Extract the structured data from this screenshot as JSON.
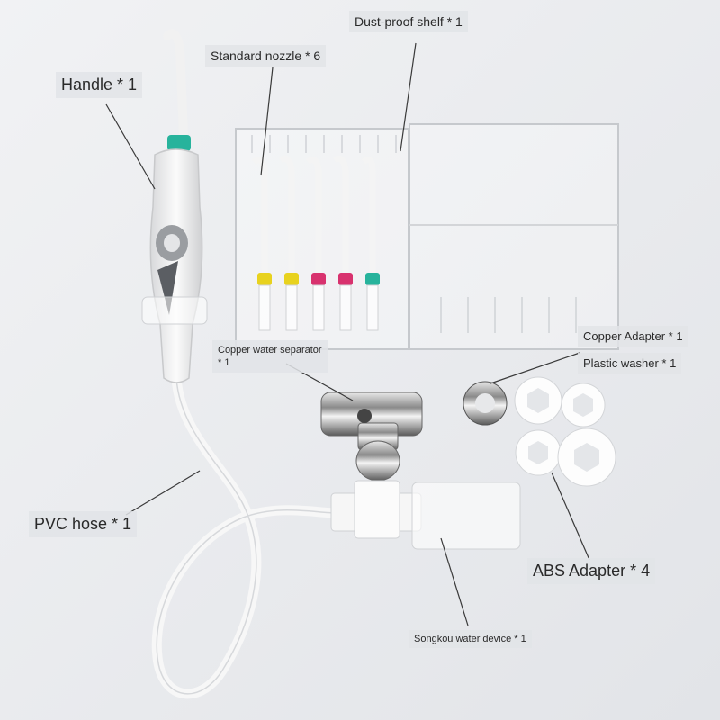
{
  "labels": {
    "dust_proof_shelf": "Dust-proof shelf * 1",
    "standard_nozzle": "Standard nozzle * 6",
    "handle": "Handle * 1",
    "copper_water_separator_line1": "Copper water separator",
    "copper_water_separator_line2": "* 1",
    "copper_adapter": "Copper Adapter * 1",
    "plastic_washer": "Plastic washer * 1",
    "pvc_hose": "PVC hose * 1",
    "abs_adapter": "ABS Adapter * 4",
    "songkou_water_device": "Songkou water device * 1"
  },
  "colors": {
    "background": "#e9ebee",
    "nozzle_collars": [
      "#e8d21e",
      "#e8d21e",
      "#d8326e",
      "#d8326e",
      "#27b39c"
    ],
    "handle_collar": "#27b39c",
    "pointer_line": "#3a3a3a"
  }
}
